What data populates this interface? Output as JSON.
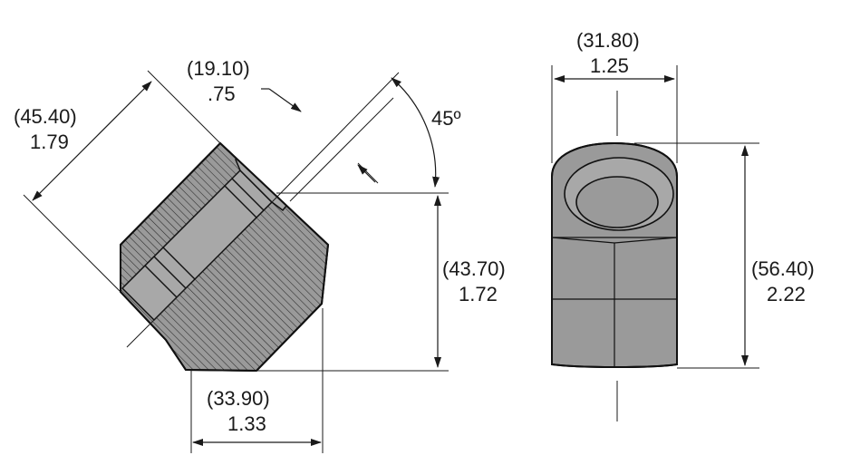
{
  "colors": {
    "body_fill": "#9a9a9a",
    "body_fill_light": "#a8a8a8",
    "hatch": "#2a2a2a",
    "line": "#1a1a1a",
    "background": "#ffffff"
  },
  "left_view": {
    "diag_mm": "(45.40)",
    "diag_in": "1.79",
    "bore_mm": "(19.10)",
    "bore_in": ".75",
    "angle": "45º",
    "height_mm": "(43.70)",
    "height_in": "1.72",
    "width_mm": "(33.90)",
    "width_in": "1.33"
  },
  "right_view": {
    "width_mm": "(31.80)",
    "width_in": "1.25",
    "height_mm": "(56.40)",
    "height_in": "2.22"
  }
}
